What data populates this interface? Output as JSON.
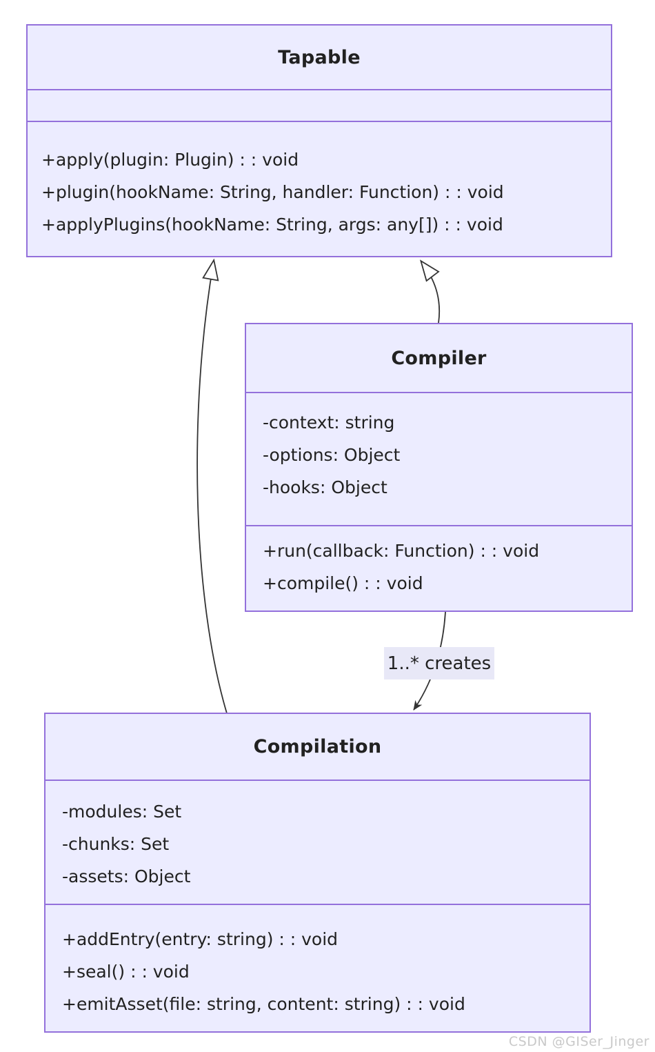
{
  "diagram_type": "uml-class-diagram",
  "classes": {
    "tapable": {
      "name": "Tapable",
      "attributes": [],
      "methods": [
        "+apply(plugin: Plugin) : : void",
        "+plugin(hookName: String, handler: Function) : : void",
        "+applyPlugins(hookName: String, args: any[]) : : void"
      ]
    },
    "compiler": {
      "name": "Compiler",
      "attributes": [
        "-context: string",
        "-options: Object",
        "-hooks: Object"
      ],
      "methods": [
        "+run(callback: Function) : : void",
        "+compile() : : void"
      ]
    },
    "compilation": {
      "name": "Compilation",
      "attributes": [
        "-modules: Set",
        "-chunks: Set",
        "-assets: Object"
      ],
      "methods": [
        "+addEntry(entry: string) : : void",
        "+seal() : : void",
        "+emitAsset(file: string, content: string) : : void"
      ]
    }
  },
  "relationships": {
    "compilation_to_tapable": {
      "from": "Compilation",
      "to": "Tapable",
      "type": "inheritance",
      "label": ""
    },
    "compiler_to_tapable": {
      "from": "Compiler",
      "to": "Tapable",
      "type": "inheritance",
      "label": ""
    },
    "compiler_to_compilation": {
      "from": "Compiler",
      "to": "Compilation",
      "type": "dependency",
      "label": "1..* creates"
    }
  },
  "watermark": "CSDN @GISer_Jinger",
  "colors": {
    "node_fill": "#ECECFF",
    "node_border": "#9370DB",
    "edge_line": "#333333",
    "text": "#212121",
    "edge_label_bg": "#e8e8f7",
    "watermark": "#c9c9c9"
  }
}
